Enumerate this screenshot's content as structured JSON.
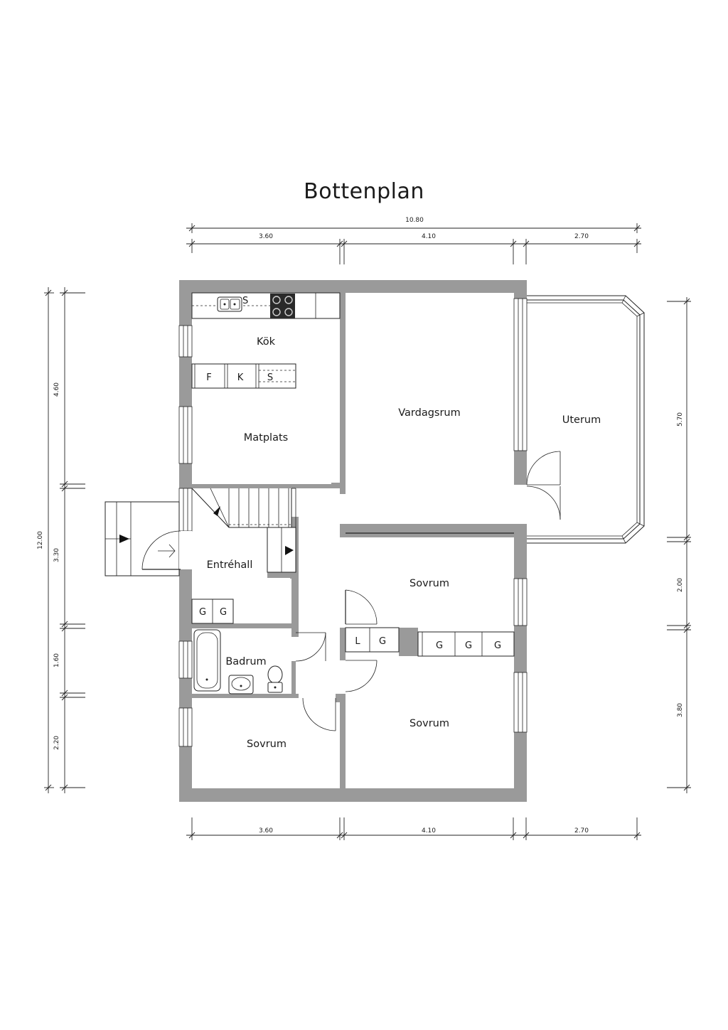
{
  "title": "Bottenplan",
  "rooms": {
    "kitchen": "Kök",
    "dining": "Matplats",
    "living": "Vardagsrum",
    "sunroom": "Uterum",
    "hall": "Entréhall",
    "bedroom_mid": "Sovrum",
    "bathroom": "Badrum",
    "bedroom_bottom_left": "Sovrum",
    "bedroom_bottom_right": "Sovrum"
  },
  "fixtures": {
    "sink": "S",
    "fridge": "F",
    "cooler": "K",
    "cabinet_s": "S",
    "wardrobe_g": "G",
    "linen": "L"
  },
  "dimensions": {
    "top_total": "10.80",
    "top_left": "3.60",
    "top_mid": "4.10",
    "top_right": "2.70",
    "bottom_left": "3.60",
    "bottom_mid": "4.10",
    "bottom_right": "2.70",
    "left_total": "12.00",
    "left_1": "4.60",
    "left_2": "3.30",
    "left_3": "1.60",
    "left_4": "2.20",
    "right_1": "5.70",
    "right_2": "2.00",
    "right_3": "3.80"
  },
  "colors": {
    "wall": "#9a9a9a",
    "line": "#222222",
    "background": "#ffffff"
  }
}
